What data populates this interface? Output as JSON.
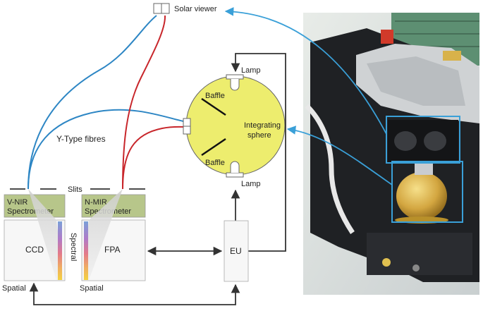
{
  "labels": {
    "solar_viewer": "Solar viewer",
    "lamp_top": "Lamp",
    "lamp_bottom": "Lamp",
    "baffle_top": "Baffle",
    "baffle_bottom": "Baffle",
    "integrating_sphere_line1": "Integrating",
    "integrating_sphere_line2": "sphere",
    "y_type_fibres": "Y-Type fibres",
    "slits": "Slits",
    "vnir_line1": "V-NIR",
    "vnir_line2": "Spectrometer",
    "nmir_line1": "N-MIR",
    "nmir_line2": "Spectrometer",
    "ccd": "CCD",
    "fpa": "FPA",
    "spectral": "Spectral",
    "spatial_left": "Spatial",
    "spatial_right": "Spatial",
    "eu": "EU"
  },
  "colors": {
    "blue_fibre": "#2d86c4",
    "red_fibre": "#c8262b",
    "sphere_fill": "#eded6e",
    "spectrometer_fill": "#b7c68a",
    "arrow_dark": "#333333",
    "callout_blue": "#3aa0d8"
  },
  "photo": {
    "description_icon": "instrument-photo"
  }
}
